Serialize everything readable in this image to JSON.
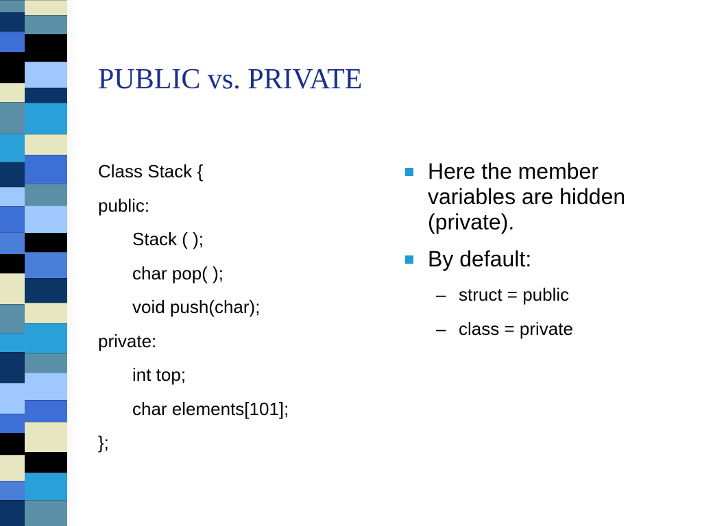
{
  "slide": {
    "title": "PUBLIC vs. PRIVATE",
    "code_lines": [
      {
        "text": "Class Stack {",
        "indent": 0
      },
      {
        "text": "public:",
        "indent": 0
      },
      {
        "text": "Stack ( );",
        "indent": 1
      },
      {
        "text": "char pop( );",
        "indent": 1
      },
      {
        "text": "void push(char);",
        "indent": 1
      },
      {
        "text": "private:",
        "indent": 0
      },
      {
        "text": "int top;",
        "indent": 1
      },
      {
        "text": "char elements[101];",
        "indent": 1
      },
      {
        "text": "};",
        "indent": 0
      }
    ],
    "bullets": [
      {
        "text": "Here the member variables are hidden (private).",
        "sub": []
      },
      {
        "text": "By default:",
        "sub": [
          "struct = public",
          "class = private"
        ]
      }
    ],
    "sub_bullet_marker": "–"
  },
  "colors": {
    "title": "#1a2f8c",
    "bullet_marker": "#1f9ad6",
    "strip_palette": [
      "#5b8fa8",
      "#0a3566",
      "#3d6fd6",
      "#000000",
      "#e6e6c0",
      "#2aa0d8",
      "#9ec8ff",
      "#4a7ed9"
    ]
  }
}
